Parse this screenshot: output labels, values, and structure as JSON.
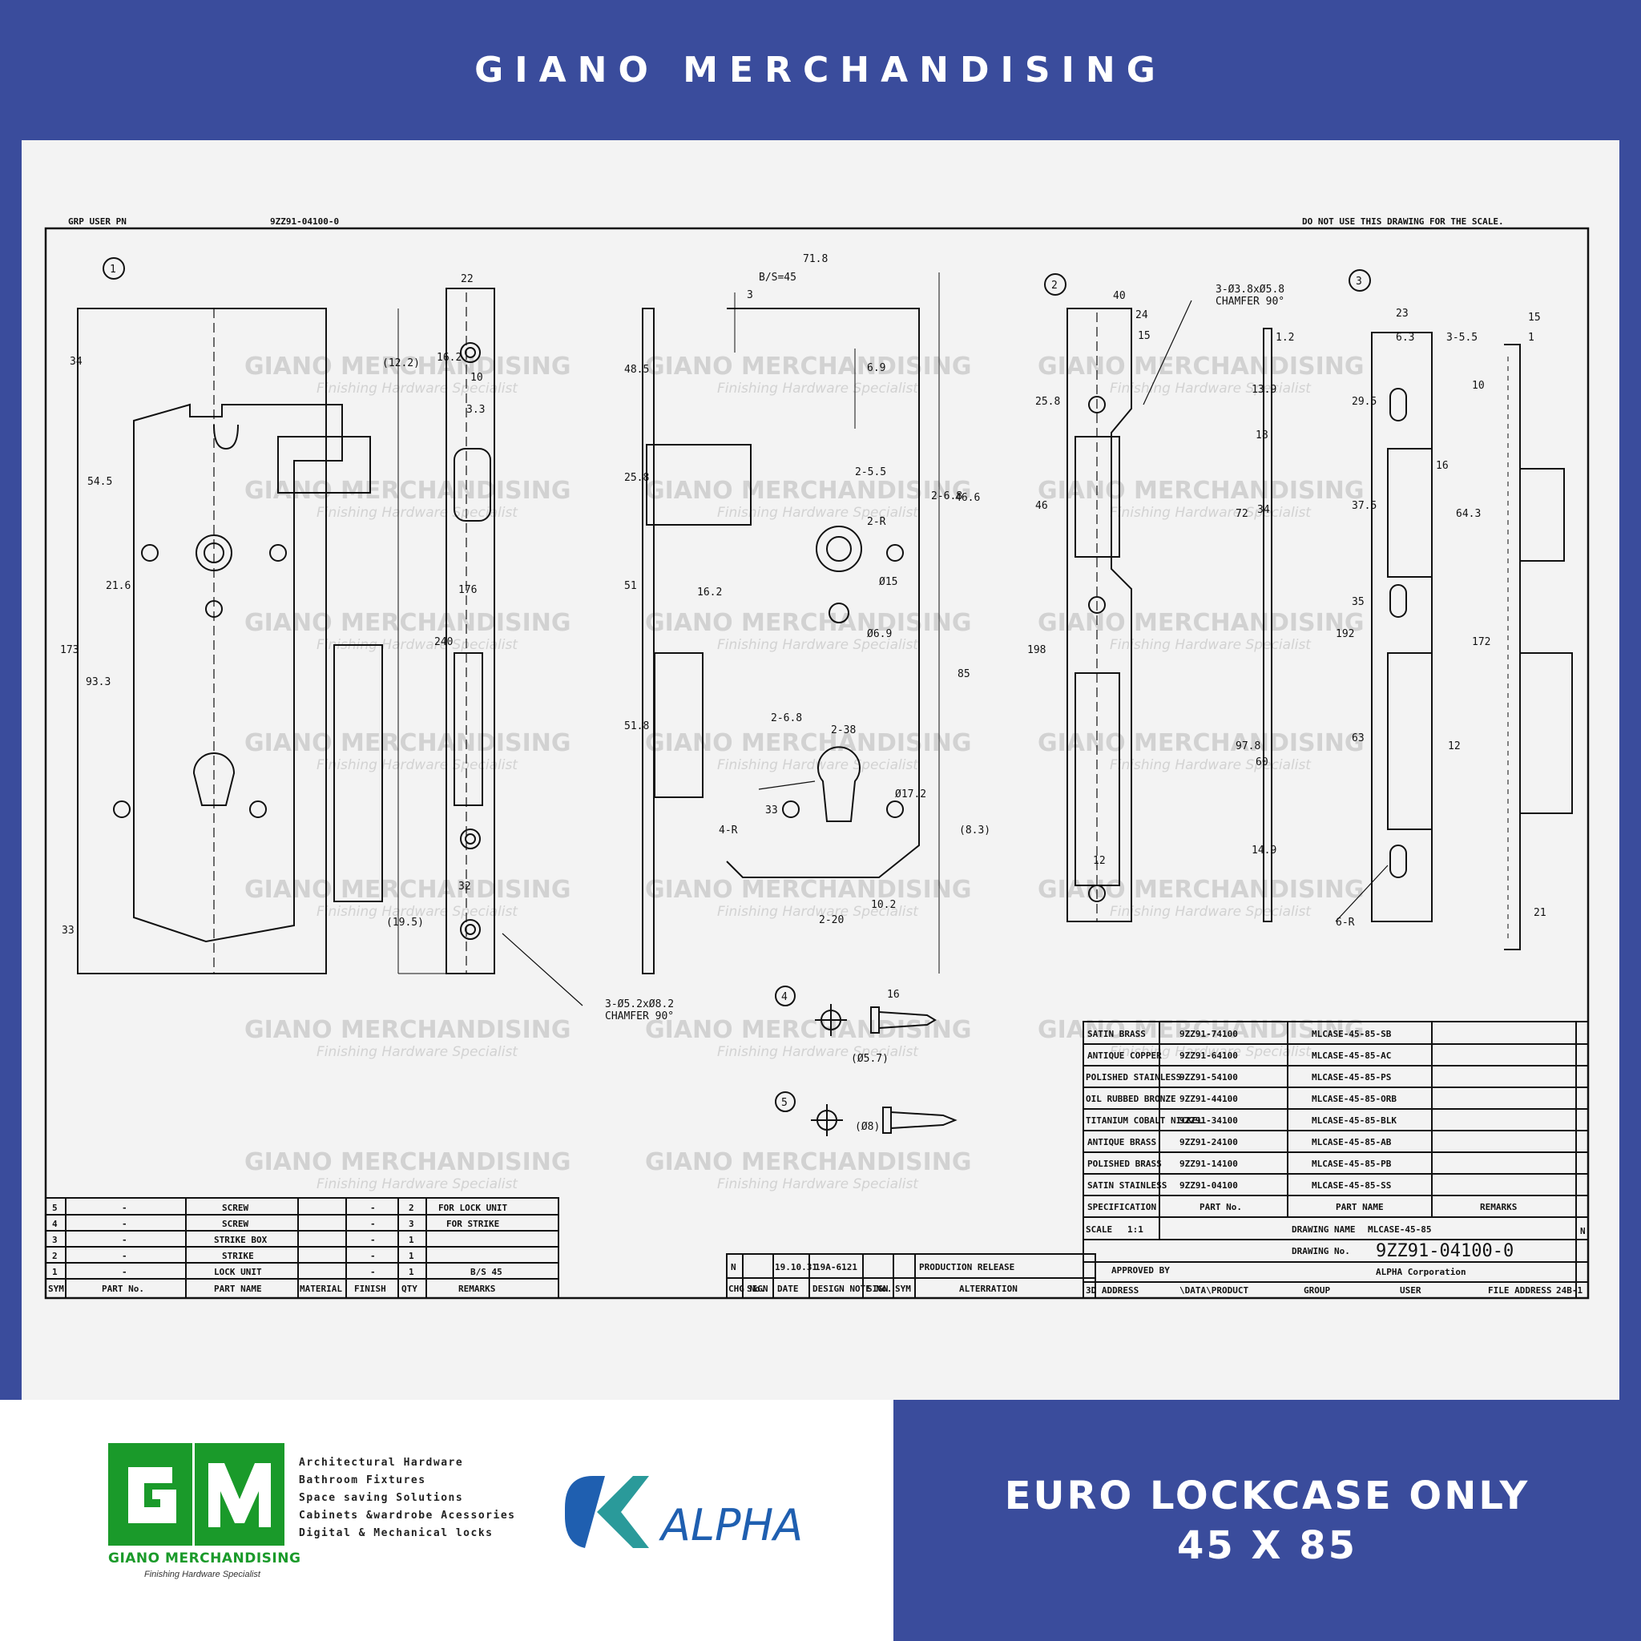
{
  "header": {
    "title": "GIANO MERCHANDISING"
  },
  "drawing": {
    "top_left_note": "GRP USER PN",
    "ref_code": "9ZZ91-04100-0",
    "scale_note": "DO NOT USE THIS DRAWING FOR THE SCALE.",
    "view_numbers": [
      "1",
      "2",
      "3",
      "4",
      "5"
    ],
    "dims": {
      "d22": "22",
      "d71_8": "71.8",
      "bs45": "B/S=45",
      "d3": "3",
      "d12_2": "(12.2)",
      "d6_9": "6.9",
      "d16_2": "16.2",
      "d10": "10",
      "d3_3": "3.3",
      "d34": "34",
      "d54_5": "54.5",
      "d21_6": "21.6",
      "d173": "173",
      "d93_3": "93.3",
      "d33": "33",
      "d19_5": "(19.5)",
      "d176": "176",
      "d240": "240",
      "d32": "32",
      "d48_5": "48.5",
      "d25_8": "25.8",
      "d51": "51",
      "d51_8": "51.8",
      "d2_5_5": "2-5.5",
      "d2_6_8": "2-6.8",
      "d46_6": "46.6",
      "d2_r": "2-R",
      "d15": "Ø15",
      "d6_9b": "Ø6.9",
      "d85": "85",
      "d2_38": "2-38",
      "d4_r": "4-R",
      "d17_2": "Ø17.2",
      "d8_3": "(8.3)",
      "d10_2": "10.2",
      "d2_20": "2-20",
      "d33b": "33",
      "chamfer1": "3-Ø5.2xØ8.2",
      "chamfer1b": "CHAMFER 90°",
      "d40": "40",
      "d24": "24",
      "d15b": "15",
      "chamfer2": "3-Ø3.8xØ5.8",
      "chamfer2b": "CHAMFER 90°",
      "d1_2": "1.2",
      "d25_8b": "25.8",
      "d13_9": "13.9",
      "d18": "18",
      "d46": "46",
      "d72": "72",
      "d34b": "34",
      "d198": "198",
      "d97_8": "97.8",
      "d60": "60",
      "d14_9": "14.9",
      "d12": "12",
      "d23": "23",
      "d6_3": "6.3",
      "d3_5_5": "3-5.5",
      "d29_5": "29.5",
      "d10b": "10",
      "d16": "16",
      "d37_5": "37.5",
      "d64_3": "64.3",
      "d35": "35",
      "d192": "192",
      "d172": "172",
      "d63": "63",
      "d12b": "12",
      "d6_r": "6-R",
      "d15c": "15",
      "d1": "1",
      "d21": "21",
      "d16s": "16",
      "d5_7": "(Ø5.7)",
      "d8": "(Ø8)"
    },
    "bom": {
      "rows": [
        {
          "sym": "5",
          "part_no": "-",
          "name": "SCREW",
          "material": "",
          "finish": "-",
          "qty": "2",
          "remarks": "FOR LOCK UNIT"
        },
        {
          "sym": "4",
          "part_no": "-",
          "name": "SCREW",
          "material": "",
          "finish": "-",
          "qty": "3",
          "remarks": "FOR STRIKE"
        },
        {
          "sym": "3",
          "part_no": "-",
          "name": "STRIKE BOX",
          "material": "",
          "finish": "-",
          "qty": "1",
          "remarks": ""
        },
        {
          "sym": "2",
          "part_no": "-",
          "name": "STRIKE",
          "material": "",
          "finish": "-",
          "qty": "1",
          "remarks": ""
        },
        {
          "sym": "1",
          "part_no": "-",
          "name": "LOCK UNIT",
          "material": "",
          "finish": "-",
          "qty": "1",
          "remarks": "B/S 45"
        }
      ],
      "headers": [
        "SYM",
        "PART No.",
        "PART NAME",
        "MATERIAL",
        "FINISH",
        "QTY",
        "REMARKS"
      ]
    },
    "revision": {
      "mark": "N",
      "date": "19.10.31",
      "design_no": "19A-6121",
      "alteration": "PRODUCTION RELEASE",
      "headers": [
        "CHG No.",
        "SIGN",
        "DATE",
        "DESIGN NOTE No.",
        "SIGN",
        "SYM",
        "ALTERRATION"
      ]
    },
    "spec_table": {
      "rows": [
        {
          "spec": "SATIN BRASS",
          "part_no": "9ZZ91-74100",
          "name": "MLCASE-45-85-SB"
        },
        {
          "spec": "ANTIQUE COPPER",
          "part_no": "9ZZ91-64100",
          "name": "MLCASE-45-85-AC"
        },
        {
          "spec": "POLISHED STAINLESS",
          "part_no": "9ZZ91-54100",
          "name": "MLCASE-45-85-PS"
        },
        {
          "spec": "OIL RUBBED BRONZE",
          "part_no": "9ZZ91-44100",
          "name": "MLCASE-45-85-ORB"
        },
        {
          "spec": "TITANIUM COBALT NICKEL",
          "part_no": "9ZZ91-34100",
          "name": "MLCASE-45-85-BLK"
        },
        {
          "spec": "ANTIQUE BRASS",
          "part_no": "9ZZ91-24100",
          "name": "MLCASE-45-85-AB"
        },
        {
          "spec": "POLISHED BRASS",
          "part_no": "9ZZ91-14100",
          "name": "MLCASE-45-85-PB"
        },
        {
          "spec": "SATIN STAINLESS",
          "part_no": "9ZZ91-04100",
          "name": "MLCASE-45-85-SS"
        }
      ],
      "headers": [
        "SPECIFICATION",
        "PART No.",
        "PART NAME",
        "REMARKS"
      ]
    },
    "title_block": {
      "scale_label": "SCALE",
      "scale": "1:1",
      "drawing_name_label": "DRAWING NAME",
      "drawing_name": "MLCASE-45-85",
      "drawing_no_label": "DRAWING No.",
      "drawing_no": "9ZZ91-04100-0",
      "company": "ALPHA Corporation",
      "approved_by": "APPROVED BY",
      "address_3d": "3D ADDRESS",
      "path": "\\DATA\\PRODUCT",
      "group": "GROUP",
      "user": "USER",
      "file_address": "FILE ADDRESS",
      "file_no": "24B-1",
      "mark": "N"
    }
  },
  "watermark": {
    "title": "GIANO MERCHANDISING",
    "subtitle": "Finishing Hardware Specialist"
  },
  "footer": {
    "brand_name": "GIANO MERCHANDISING",
    "brand_tagline": "Finishing Hardware Specialist",
    "logo_letters": "GM",
    "services": [
      "Architectural Hardware",
      "Bathroom Fixtures",
      "Space saving Solutions",
      "Cabinets &wardrobe Acessories",
      "Digital & Mechanical locks"
    ],
    "partner": "ALPHA",
    "product_line1": "EURO LOCKCASE ONLY",
    "product_line2": "45 X 85",
    "colors": {
      "blue": "#3a4c9c",
      "green": "#1a9a2a",
      "alpha_blue": "#1f5fb0",
      "alpha_teal": "#2a9a9a"
    }
  }
}
